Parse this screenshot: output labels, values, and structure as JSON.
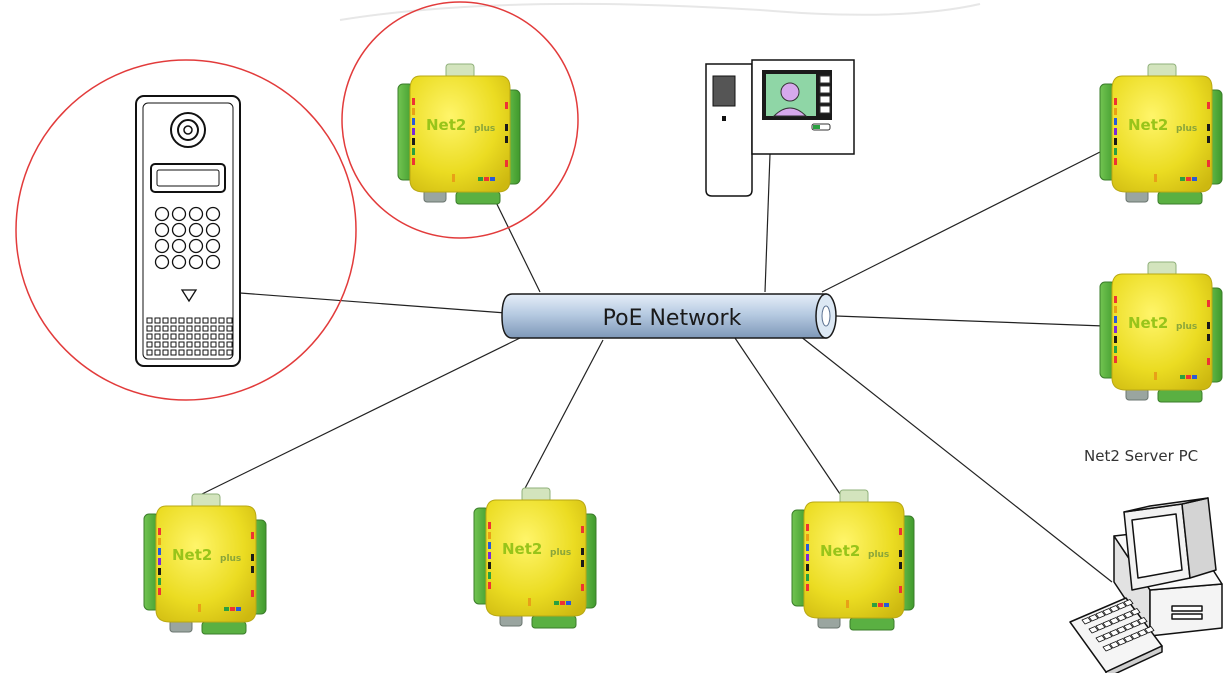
{
  "network": {
    "label": "PoE Network",
    "highlight_color": "#e23b3b",
    "line_color": "#222222",
    "pipe_fill": "#b8cde5"
  },
  "server_pc": {
    "label": "Net2 Server PC"
  },
  "controller": {
    "brand": "Net2",
    "brand_suffix": "plus",
    "body_color": "#efe02e",
    "side_color": "#4fae3a",
    "connector_color": "#cfe0b4"
  },
  "nodes": [
    {
      "id": "door-entry-panel",
      "kind": "door-entry-panel",
      "highlighted": true
    },
    {
      "id": "controller-1",
      "kind": "net2-plus-controller",
      "highlighted": true
    },
    {
      "id": "video-monitor",
      "kind": "video-monitor",
      "highlighted": false
    },
    {
      "id": "controller-2",
      "kind": "net2-plus-controller",
      "highlighted": false
    },
    {
      "id": "controller-3",
      "kind": "net2-plus-controller",
      "highlighted": false
    },
    {
      "id": "controller-4",
      "kind": "net2-plus-controller",
      "highlighted": false
    },
    {
      "id": "controller-5",
      "kind": "net2-plus-controller",
      "highlighted": false
    },
    {
      "id": "controller-6",
      "kind": "net2-plus-controller",
      "highlighted": false
    },
    {
      "id": "server-pc",
      "kind": "desktop-computer",
      "highlighted": false
    }
  ]
}
